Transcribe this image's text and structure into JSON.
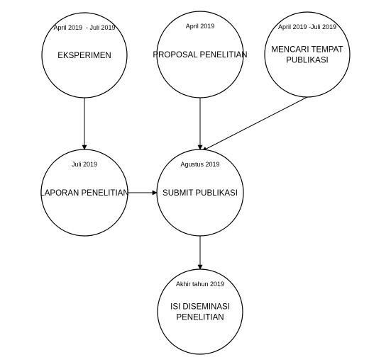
{
  "diagram": {
    "nodes": [
      {
        "id": "eksperimen",
        "date": "April 2019  - Juli 2019",
        "title_lines": [
          "EKSPERIMEN"
        ]
      },
      {
        "id": "proposal",
        "date": "April 2019",
        "title_lines": [
          "PROPOSAL PENELITIAN"
        ]
      },
      {
        "id": "mencari",
        "date": "April 2019 -Juli 2019",
        "title_lines": [
          "MENCARI TEMPAT",
          "PUBLIKASI"
        ]
      },
      {
        "id": "laporan",
        "date": "Juli 2019",
        "title_lines": [
          "LAPORAN PENELITIAN"
        ]
      },
      {
        "id": "submit",
        "date": "Agustus 2019",
        "title_lines": [
          "SUBMIT PUBLIKASI"
        ]
      },
      {
        "id": "isi",
        "date": "Akhir tahun 2019",
        "title_lines": [
          "ISI DISEMINASI",
          "PENELITIAN"
        ]
      }
    ],
    "edges": [
      {
        "from": "eksperimen",
        "to": "laporan"
      },
      {
        "from": "proposal",
        "to": "submit"
      },
      {
        "from": "mencari",
        "to": "submit"
      },
      {
        "from": "laporan",
        "to": "submit"
      },
      {
        "from": "submit",
        "to": "isi"
      }
    ]
  }
}
